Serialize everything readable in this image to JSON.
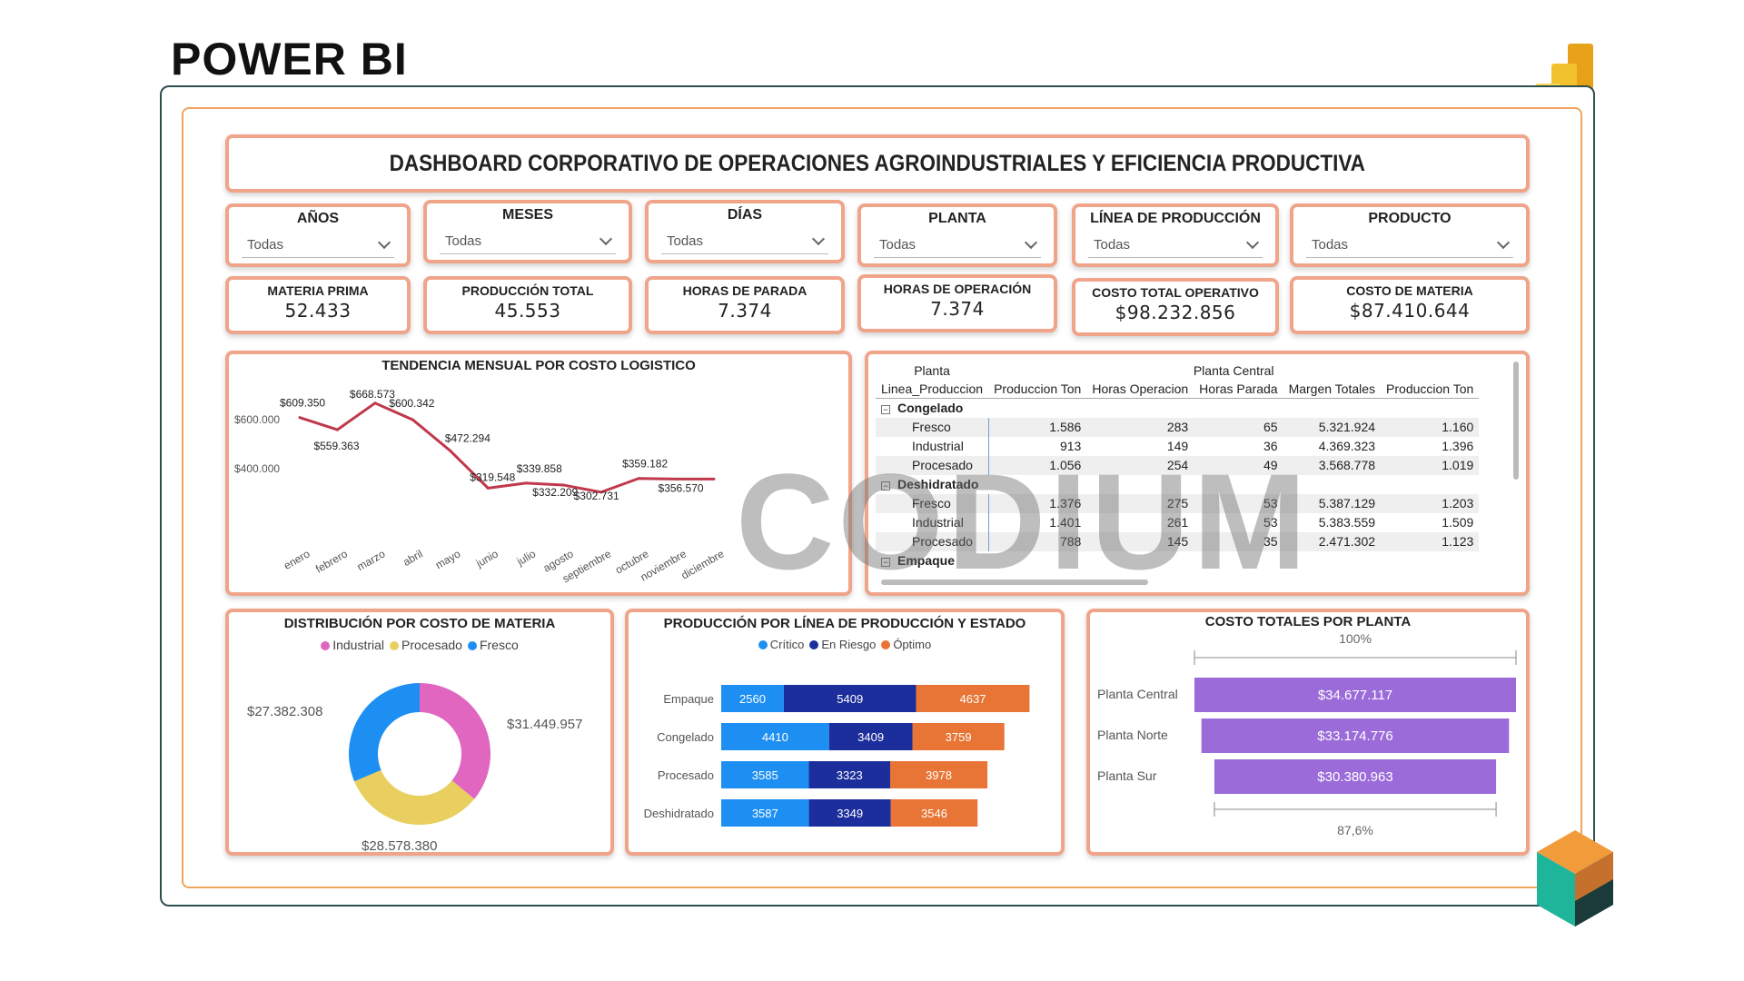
{
  "brand": "POWER BI",
  "dashboard_title": "DASHBOARD CORPORATIVO DE OPERACIONES AGROINDUSTRIALES Y EFICIENCIA PRODUCTIVA",
  "slicers": [
    {
      "label": "AÑOS",
      "value": "Todas"
    },
    {
      "label": "MESES",
      "value": "Todas"
    },
    {
      "label": "DÍAS",
      "value": "Todas"
    },
    {
      "label": "PLANTA",
      "value": "Todas"
    },
    {
      "label": "LÍNEA DE PRODUCCIÓN",
      "value": "Todas"
    },
    {
      "label": "PRODUCTO",
      "value": "Todas"
    }
  ],
  "kpis": [
    {
      "label": "MATERIA PRIMA",
      "value": "52.433"
    },
    {
      "label": "PRODUCCIÓN TOTAL",
      "value": "45.553"
    },
    {
      "label": "HORAS DE PARADA",
      "value": "7.374"
    },
    {
      "label": "HORAS DE OPERACIÓN",
      "value": "7.374"
    },
    {
      "label": "COSTO TOTAL OPERATIVO",
      "value": "$98.232.856"
    },
    {
      "label": "COSTO DE MATERIA",
      "value": "$87.410.644"
    }
  ],
  "watermark": "CODIUM",
  "matrix": {
    "header_row1": {
      "planta_label": "Planta",
      "planta_value": "Planta Central"
    },
    "columns": [
      "Linea_Produccion",
      "Produccion Ton",
      "Horas Operacion",
      "Horas Parada",
      "Margen Totales",
      "Produccion Ton"
    ],
    "groups": [
      {
        "name": "Congelado",
        "expander": "⊟",
        "rows": [
          [
            "Fresco",
            "1.586",
            "283",
            "65",
            "5.321.924",
            "1.160"
          ],
          [
            "Industrial",
            "913",
            "149",
            "36",
            "4.369.323",
            "1.396"
          ],
          [
            "Procesado",
            "1.056",
            "254",
            "49",
            "3.568.778",
            "1.019"
          ]
        ]
      },
      {
        "name": "Deshidratado",
        "expander": "⊟",
        "rows": [
          [
            "Fresco",
            "1.376",
            "275",
            "53",
            "5.387.129",
            "1.203"
          ],
          [
            "Industrial",
            "1.401",
            "261",
            "53",
            "5.383.559",
            "1.509"
          ],
          [
            "Procesado",
            "788",
            "145",
            "35",
            "2.471.302",
            "1.123"
          ]
        ]
      },
      {
        "name": "Empaque",
        "expander": "⊟",
        "rows": []
      }
    ]
  },
  "chart_data": [
    {
      "type": "line",
      "title": "TENDENCIA MENSUAL POR COSTO LOGISTICO",
      "categories": [
        "enero",
        "febrero",
        "marzo",
        "abril",
        "mayo",
        "junio",
        "julio",
        "agosto",
        "septiembre",
        "octubre",
        "noviembre",
        "diciembre"
      ],
      "values": [
        609350,
        559363,
        668573,
        600342,
        472294,
        319548,
        339858,
        332209,
        302731,
        359182,
        356570,
        356570
      ],
      "data_labels": [
        "$609.350",
        "$559.363",
        "$668.573",
        "$600.342",
        "$472.294",
        "$319.548",
        "$339.858",
        "$332.209",
        "$302.731",
        "$359.182",
        "$356.570"
      ],
      "y_ticks": [
        {
          "value": 600000,
          "label": "$600.000"
        },
        {
          "value": 400000,
          "label": "$400.000"
        }
      ],
      "ylim": [
        250000,
        720000
      ],
      "color": "#c0394b"
    },
    {
      "type": "pie",
      "title": "DISTRIBUCIÓN POR COSTO DE MATERIA",
      "legend": [
        {
          "name": "Industrial",
          "color": "#e066c0"
        },
        {
          "name": "Procesado",
          "color": "#e8cf5f"
        },
        {
          "name": "Fresco",
          "color": "#1e8ff2"
        }
      ],
      "slices": [
        {
          "name": "Industrial",
          "value": 31449957,
          "label": "$31.449.957"
        },
        {
          "name": "Procesado",
          "value": 28578380,
          "label": "$28.578.380"
        },
        {
          "name": "Fresco",
          "value": 27382308,
          "label": "$27.382.308"
        }
      ]
    },
    {
      "type": "bar",
      "title": "PRODUCCIÓN POR LÍNEA DE PRODUCCIÓN Y ESTADO",
      "orientation": "horizontal-stacked",
      "categories": [
        "Empaque",
        "Congelado",
        "Procesado",
        "Deshidratado"
      ],
      "series": [
        {
          "name": "Crítico",
          "color": "#1e8ff2",
          "values": [
            2560,
            4410,
            3585,
            3587
          ]
        },
        {
          "name": "En Riesgo",
          "color": "#1c2e9c",
          "values": [
            5409,
            3409,
            3323,
            3349
          ]
        },
        {
          "name": "Óptimo",
          "color": "#e87535",
          "values": [
            4637,
            3759,
            3978,
            3546
          ]
        }
      ],
      "xlim": [
        0,
        13000
      ]
    },
    {
      "type": "bar",
      "title": "COSTO TOTALES POR PLANTA",
      "orientation": "horizontal-funnel",
      "top_label": "100%",
      "bottom_label": "87,6%",
      "color": "#9b6bd9",
      "categories": [
        "Planta Central",
        "Planta Norte",
        "Planta Sur"
      ],
      "values": [
        34677117,
        33174776,
        30380963
      ],
      "data_labels": [
        "$34.677.117",
        "$33.174.776",
        "$30.380.963"
      ]
    }
  ]
}
